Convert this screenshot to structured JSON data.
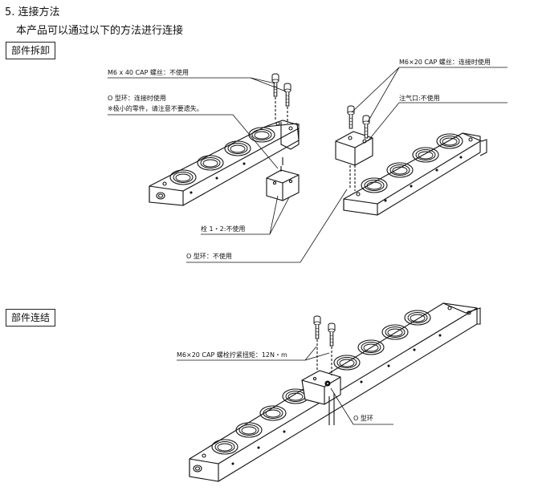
{
  "section": {
    "heading": "5. 连接方法",
    "subheading": "本产品可以通过以下的方法进行连接"
  },
  "disassembly": {
    "label": "部件拆卸",
    "callouts": {
      "m6x40": "M6 x 40 CAP 螺丝：不使用",
      "oring_connect": "O 型环：连接时使用",
      "oring_note": "※极小的零件，请注意不要遗失。",
      "m6x20": "M6×20 CAP 螺丝：连接时使用",
      "inlet": "注气口:不使用",
      "plug": "栓 1・2:不使用",
      "oring_unused": "O 型环：不使用"
    }
  },
  "connection": {
    "label": "部件连结",
    "callouts": {
      "bolt_torque": "M6×20 CAP 螺栓拧紧扭矩：12N・m",
      "oring": "O 型环"
    }
  }
}
